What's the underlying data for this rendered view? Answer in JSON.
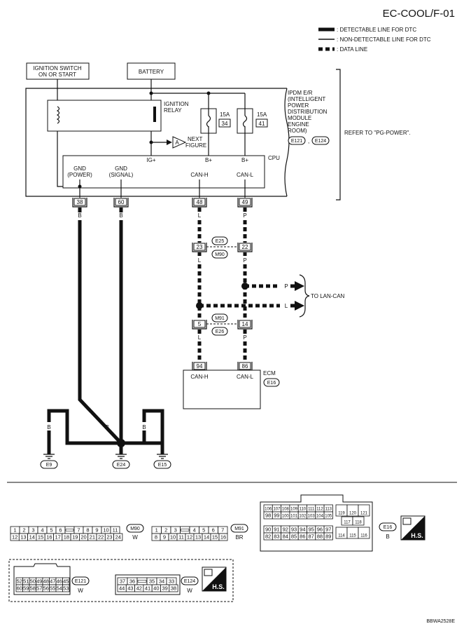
{
  "header": {
    "title": "EC-COOL/F-01"
  },
  "legend": {
    "detectable": ": DETECTABLE LINE FOR DTC",
    "non_detectable": ": NON-DETECTABLE LINE FOR DTC",
    "data_line": ": DATA LINE"
  },
  "inputs": {
    "ignition_l1": "IGNITION SWITCH",
    "ignition_l2": "ON OR START",
    "battery": "BATTERY"
  },
  "ipdm": {
    "relay_l1": "IGNITION",
    "relay_l2": "RELAY",
    "next_letter": "A",
    "next_l1": "NEXT",
    "next_l2": "FIGURE",
    "fuse1_amp": "15A",
    "fuse1_no": "34",
    "fuse2_amp": "15A",
    "fuse2_no": "41",
    "name_l1": "IPDM E/R",
    "name_l2": "(INTELLIGENT",
    "name_l3": "POWER",
    "name_l4": "DISTRIBUTION",
    "name_l5": "MODULE",
    "name_l6": "ENGINE",
    "name_l7": "ROOM)",
    "conn_a": "E121",
    "conn_sep": ",",
    "conn_b": "E124",
    "refer": "REFER TO \"PG-POWER\".",
    "cpu": "CPU",
    "ig": "IG+",
    "bplus1": "B+",
    "bplus2": "B+",
    "gnd_power_l1": "GND",
    "gnd_power_l2": "(POWER)",
    "gnd_signal_l1": "GND",
    "gnd_signal_l2": "(SIGNAL)",
    "canh": "CAN-H",
    "canl": "CAN-L"
  },
  "pins": {
    "p38": "38",
    "p60": "60",
    "p48": "48",
    "p49": "49",
    "p23": "23",
    "p22": "22",
    "p5": "5",
    "p14": "14",
    "p94": "94",
    "p86": "86"
  },
  "wires": {
    "w38": "B",
    "w60": "B",
    "w48": "L",
    "w49": "P",
    "w23": "L",
    "w22": "P",
    "w5": "L",
    "w14": "P",
    "lan_p": "P",
    "lan_l": "L",
    "g1a": "B",
    "g1b": "B",
    "g2a": "B",
    "g2b": "B",
    "g3a": "B",
    "g3b": "B"
  },
  "connectors": {
    "e25": "E25",
    "m90": "M90",
    "m91": "M91",
    "e26": "E26",
    "lan": "TO LAN-CAN"
  },
  "ecm": {
    "name": "ECM",
    "conn": "E16",
    "canh": "CAN-H",
    "canl": "CAN-L"
  },
  "grounds": {
    "e9": "E9",
    "e24": "E24",
    "e15": "E15"
  },
  "layouts": {
    "m90_row1": [
      "1",
      "2",
      "3",
      "4",
      "5",
      "6",
      "",
      "7",
      "8",
      "9",
      "10",
      "11"
    ],
    "m90_row2": [
      "12",
      "13",
      "14",
      "15",
      "16",
      "17",
      "18",
      "19",
      "20",
      "21",
      "22",
      "23",
      "24"
    ],
    "m90_name": "M90",
    "m90_color": "W",
    "m91_row1": [
      "1",
      "2",
      "3",
      "",
      "4",
      "5",
      "6",
      "7"
    ],
    "m91_row2": [
      "8",
      "9",
      "10",
      "11",
      "12",
      "13",
      "14",
      "15",
      "16"
    ],
    "m91_name": "M91",
    "m91_color": "BR",
    "e16_r1": [
      "106",
      "107",
      "108",
      "109",
      "110",
      "111",
      "112",
      "113"
    ],
    "e16_r2": [
      "98",
      "99",
      "100",
      "101",
      "102",
      "103",
      "104",
      "105"
    ],
    "e16_r3": [
      "90",
      "91",
      "92",
      "93",
      "94",
      "95",
      "96",
      "97"
    ],
    "e16_r4": [
      "82",
      "83",
      "84",
      "85",
      "86",
      "87",
      "88",
      "89"
    ],
    "e16_r5": [
      "119",
      "120",
      "121"
    ],
    "e16_r6": [
      "117",
      "118"
    ],
    "e16_r7": [
      "114",
      "115",
      "116"
    ],
    "e16_name": "E16",
    "e16_color": "B",
    "e121_r1": [
      "52",
      "51",
      "50",
      "49",
      "48",
      "47",
      "46",
      "45"
    ],
    "e121_r2": [
      "60",
      "59",
      "58",
      "57",
      "56",
      "55",
      "54",
      "53"
    ],
    "e121_name": "E121",
    "e121_color": "W",
    "e124_r1": [
      "37",
      "36",
      "",
      "35",
      "34",
      "33"
    ],
    "e124_r2": [
      "44",
      "43",
      "42",
      "41",
      "40",
      "39",
      "38"
    ],
    "e124_name": "E124",
    "e124_color": "W",
    "hs": "H.S."
  },
  "footer": {
    "code": "BBWA2528E"
  }
}
